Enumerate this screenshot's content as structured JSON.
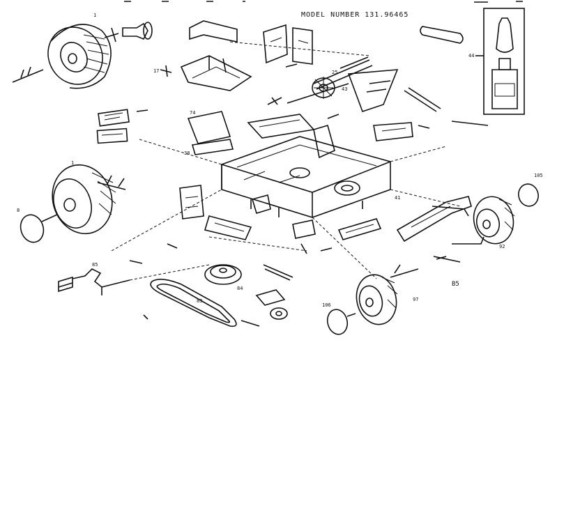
{
  "diagram": {
    "model_label": "MODEL NUMBER 131.96465",
    "corner_code": "B5",
    "part_numbers": {
      "wheel_rear_left": "1",
      "hub_cap": "8",
      "wheel_front": "1",
      "deck": "41",
      "belt": "83",
      "pulley": "84",
      "axle": "85",
      "front_wheel_right": "92",
      "front_wheel_left": "97",
      "cap_right": "105",
      "cap_left": "106",
      "touchup_kit": "44",
      "handle": "43",
      "shaft": "25",
      "bracket": "17",
      "panel": "74",
      "lever": "38"
    }
  }
}
